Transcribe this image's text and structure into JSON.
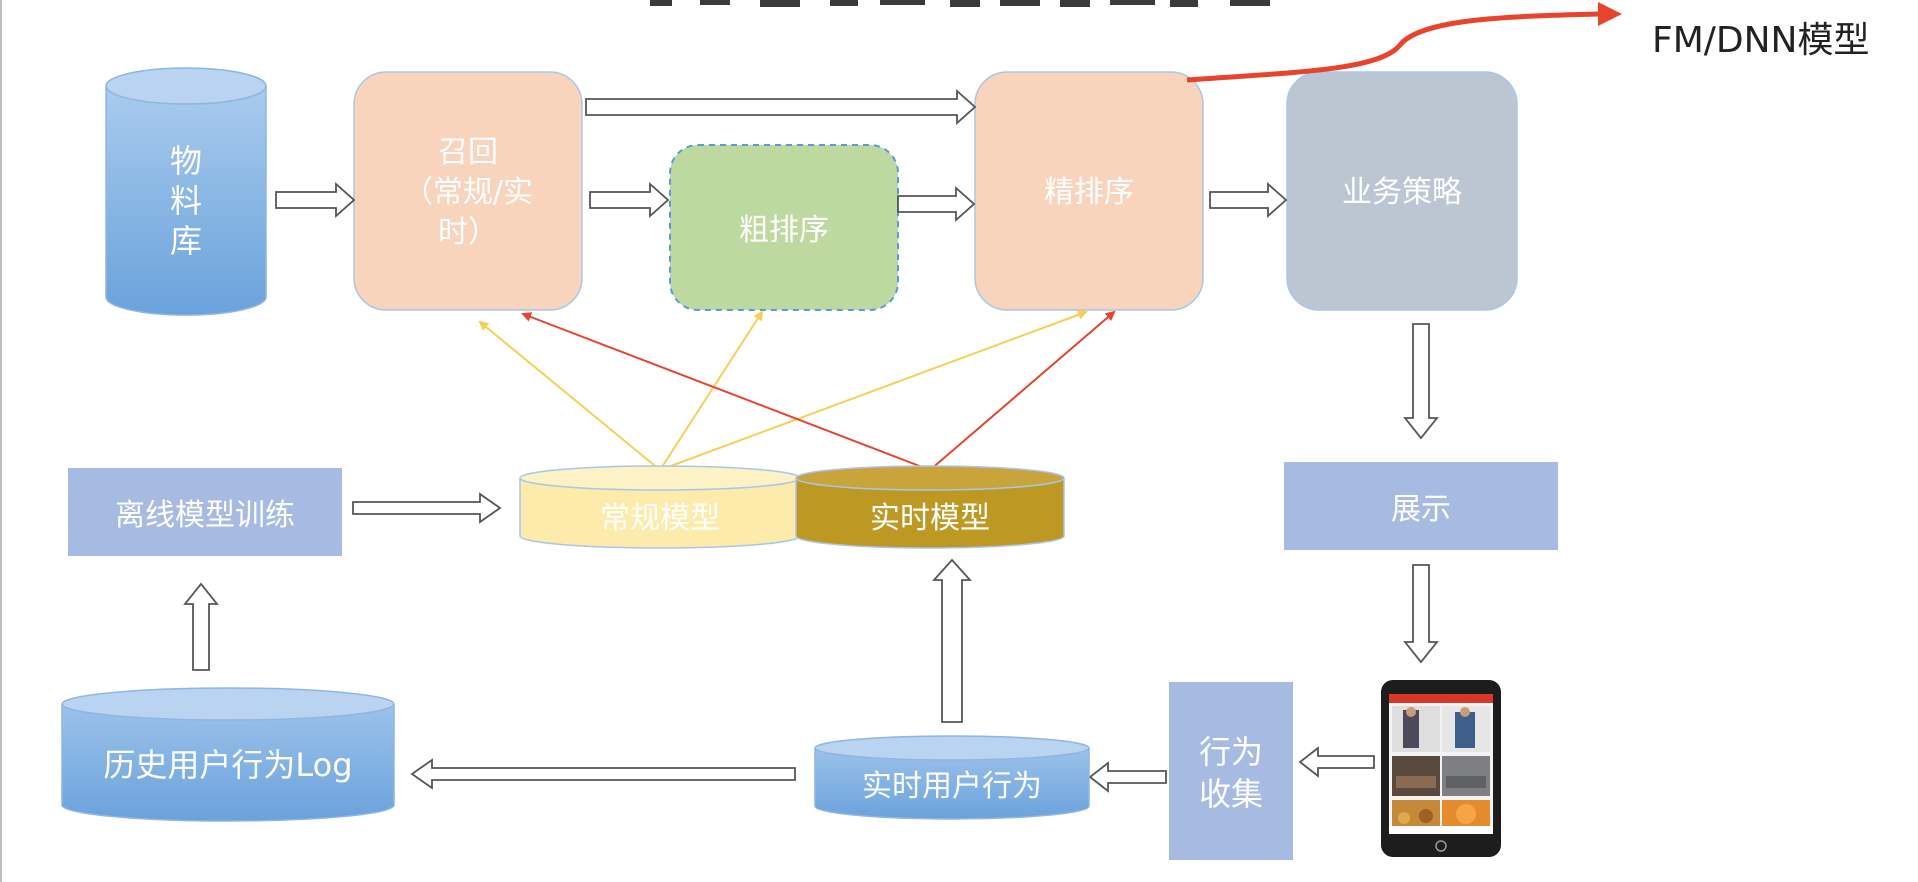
{
  "nodes": {
    "material_db": [
      "物",
      "料",
      "库"
    ],
    "recall": [
      "召回",
      "（常规/实",
      "时）"
    ],
    "coarse_rank": "粗排序",
    "fine_rank": "精排序",
    "business_strategy": "业务策略",
    "offline_training": "离线模型训练",
    "regular_model": "常规模型",
    "realtime_model": "实时模型",
    "display": "展示",
    "behavior_collect": [
      "行为",
      "收集"
    ],
    "history_log": "历史用户行为Log",
    "realtime_behavior": "实时用户行为"
  },
  "annotation": {
    "fm_dnn": "FM/DNN模型"
  },
  "colors": {
    "cylinder_blue": "#79acdf",
    "peach": "#f7d4bb",
    "green": "#bed9a0",
    "grey_blue": "#bcc6d3",
    "lavender": "#a7bbe2",
    "light_yellow": "#fcebaa",
    "gold": "#bd9822",
    "red_arrow": "#e8432c",
    "yellow_arrow": "#fad96b"
  }
}
